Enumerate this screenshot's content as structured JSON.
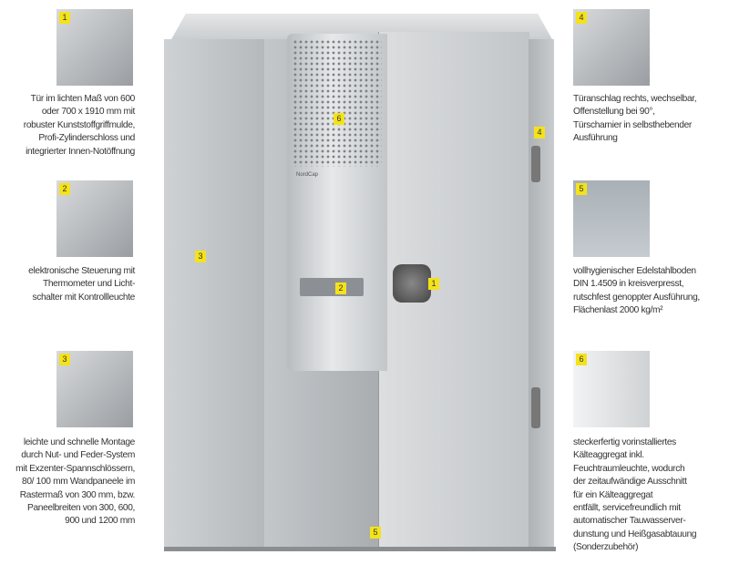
{
  "brand": "NordCap",
  "callouts": [
    {
      "num": "1",
      "lines": [
        "Tür im lichten Maß von 600",
        "oder 700 x 1910 mm mit",
        "robuster Kunststoffgriffmulde,",
        "Profi-Zylinderschloss und",
        "integrierter Innen-Notöffnung"
      ]
    },
    {
      "num": "2",
      "lines": [
        "elektronische Steuerung mit",
        "Thermometer und Licht-",
        "schalter mit Kontrollleuchte"
      ]
    },
    {
      "num": "3",
      "lines": [
        "leichte und schnelle Montage",
        "durch Nut- und Feder-System",
        "mit Exzenter-Spannschlössern,",
        "80/ 100 mm Wandpaneele im",
        "Rastermaß von 300 mm, bzw.",
        "Paneelbreiten von 300, 600,",
        "900 und 1200 mm"
      ]
    },
    {
      "num": "4",
      "lines": [
        "Türanschlag rechts, wechselbar,",
        "Offenstellung bei 90°,",
        "Türscharnier in selbsthebender",
        "Ausführung"
      ]
    },
    {
      "num": "5",
      "lines": [
        "vollhygienischer Edelstahlboden",
        "DIN 1.4509 in kreisverpresst,",
        "rutschfest genoppter Ausführung,",
        "Flächenlast 2000 kg/m²"
      ]
    },
    {
      "num": "6",
      "lines": [
        "steckerfertig vorinstalliertes",
        "Kälteaggregat inkl.",
        "Feuchtraumleuchte, wodurch",
        "der zeitaufwändige Ausschnitt",
        "für ein Kälteaggregat",
        "entfällt, servicefreundlich mit",
        "automatischer Tauwasserver-",
        "dunstung und Heißgasabtauung",
        "(Sonderzubehör)"
      ]
    }
  ]
}
